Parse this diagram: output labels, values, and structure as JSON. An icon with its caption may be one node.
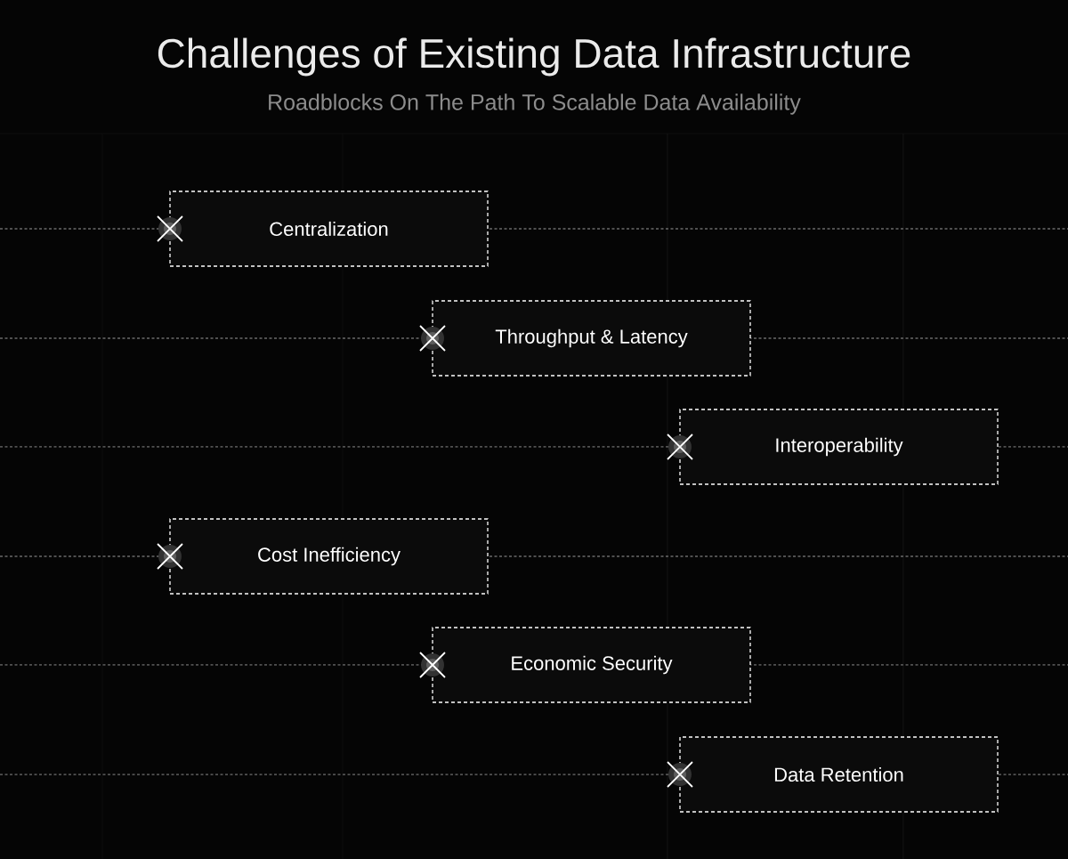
{
  "diagram": {
    "title": "Challenges of Existing Data Infrastructure",
    "nodes": [
      {
        "text": [
          "Centralization"
        ]
      },
      {
        "text": [
          "Throughput & Latency"
        ]
      },
      {
        "text": [
          "Interoperability"
        ]
      },
      {
        "text": [
          "Cost Inefficiency"
        ]
      },
      {
        "text": [
          "Economic Security"
        ]
      },
      {
        "text": [
          "Data Retention"
        ]
      }
    ],
    "labels": [
      "Roadblocks On The Path To Scalable Data Availability"
    ]
  }
}
